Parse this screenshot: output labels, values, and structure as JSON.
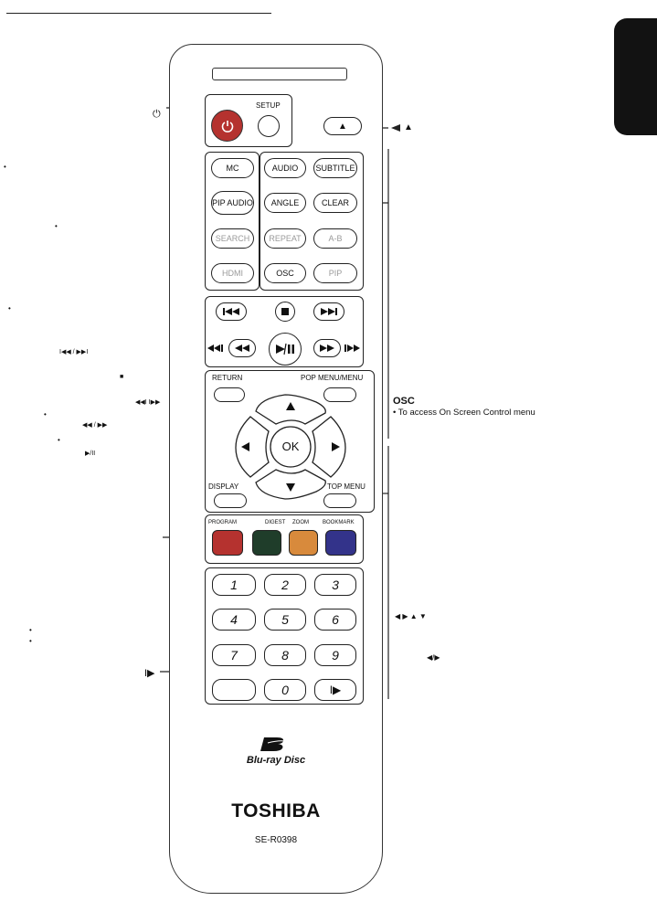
{
  "remote": {
    "setup_label": "SETUP",
    "eject_label": "▲",
    "row_left": [
      "MC",
      "PIP AUDIO",
      "SEARCH",
      "HDMI"
    ],
    "row_mid": [
      "AUDIO",
      "ANGLE",
      "REPEAT",
      "OSC"
    ],
    "row_right": [
      "SUBTITLE",
      "CLEAR",
      "A-B",
      "PIP"
    ],
    "return_label": "RETURN",
    "popmenu_label": "POP MENU/MENU",
    "ok_label": "OK",
    "display_label": "DISPLAY",
    "topmenu_label": "TOP MENU",
    "color_labels": [
      "PROGRAM",
      "DIGEST",
      "ZOOM",
      "BOOKMARK"
    ],
    "colors": [
      "#b5322f",
      "#1f3d2a",
      "#d88a3c",
      "#33338a"
    ],
    "numbers": [
      "1",
      "2",
      "3",
      "4",
      "5",
      "6",
      "7",
      "8",
      "9",
      "",
      "0",
      "I▶"
    ],
    "logo_text": "Blu-ray Disc",
    "brand": "TOSHIBA",
    "model": "SE-R0398"
  },
  "callouts": {
    "power_symbol": "⏻",
    "eject_symbol": "▲",
    "osc_title": "OSC",
    "osc_desc": "• To access On Screen Control menu",
    "skip_symbols": "I◀◀ / ▶▶I",
    "stop_symbol": "■",
    "slow_symbols": "◀◀I  I▶▶",
    "search_symbols": "◀◀ / ▶▶",
    "play_symbol": "▶/II",
    "step_symbol": "I▶",
    "arrows_symbol": "◀ ▶ ▲ ▼",
    "lr_symbol": "◀/▶",
    "bullets": [
      "•",
      "•",
      "•",
      "•",
      "•",
      "•",
      "•"
    ]
  }
}
